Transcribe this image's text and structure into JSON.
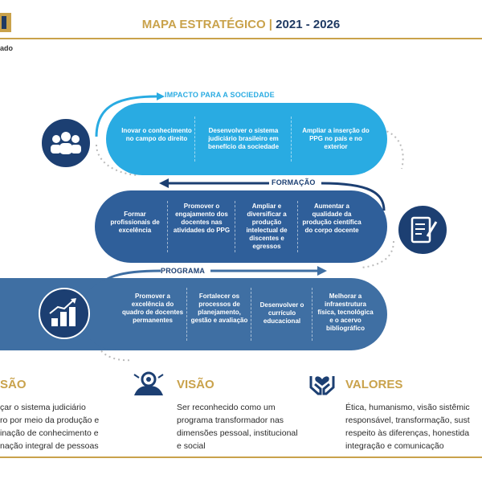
{
  "header": {
    "title_part1": "MAPA ESTRATÉGICO",
    "separator": "|",
    "title_part2": "2021 - 2026",
    "logo_text": "ado"
  },
  "colors": {
    "gold": "#c9a24b",
    "navy": "#1c3f72",
    "cyan": "#29abe2",
    "mid_blue": "#2f5f9a",
    "steel_blue": "#3f6fa3"
  },
  "impacto": {
    "label": "IMPACTO PARA A SOCIEDADE",
    "icon": "people-icon",
    "items": [
      "Inovar o conhecimento no campo do direito",
      "Desenvolver o sistema judiciário brasileiro em benefício da sociedade",
      "Ampliar a inserção do PPG no país e no exterior"
    ]
  },
  "formacao": {
    "label": "FORMAÇÃO",
    "icon": "document-edit-icon",
    "items": [
      "Formar profissionais de excelência",
      "Promover o engajamento dos docentes nas atividades do PPG",
      "Ampliar e diversificar a produção intelectual de discentes e egressos",
      "Aumentar a qualidade da produção científica do corpo docente"
    ]
  },
  "programa": {
    "label": "PROGRAMA",
    "icon": "growth-chart-icon",
    "items": [
      "Promover a excelência do quadro de docentes permanentes",
      "Fortalecer os processos de planejamento, gestão e avaliação",
      "Desenvolver o currículo educacional",
      "Melhorar a infraestrutura física, tecnológica e o acervo bibliográfico"
    ]
  },
  "missao": {
    "title": "SÃO",
    "lines": [
      "çar o sistema judiciário",
      "ro por meio da produção e",
      "inação de conhecimento e",
      "nação integral de pessoas"
    ]
  },
  "visao": {
    "title": "VISÃO",
    "icon": "vision-icon",
    "lines": [
      "Ser reconhecido como um",
      "programa transformador nas",
      "dimensões pessoal, institucional",
      "e social"
    ]
  },
  "valores": {
    "title": "VALORES",
    "icon": "hands-heart-icon",
    "lines": [
      "Ética, humanismo, visão sistêmic",
      "responsável, transformação, sust",
      "respeito às diferenças, honestida",
      "integração e comunicação"
    ]
  }
}
